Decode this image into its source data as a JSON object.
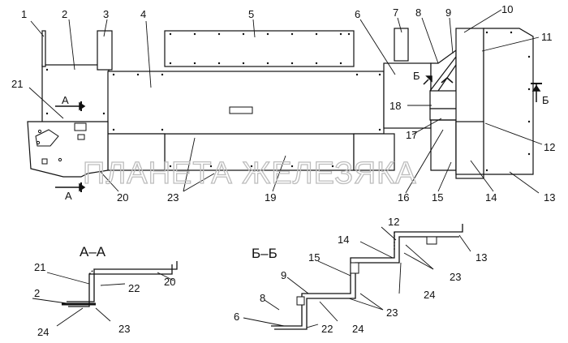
{
  "callouts": {
    "c1": "1",
    "c2": "2",
    "c3": "3",
    "c4": "4",
    "c5": "5",
    "c6": "6",
    "c7": "7",
    "c8": "8",
    "c9": "9",
    "c10": "10",
    "c11": "11",
    "c12": "12",
    "c13": "13",
    "c14": "14",
    "c15": "15",
    "c16": "16",
    "c17": "17",
    "c18": "18",
    "c19": "19",
    "c20": "20",
    "c21": "21",
    "c23": "23"
  },
  "section_markers": {
    "a_upper": "А",
    "a_lower": "А",
    "b_left": "Б",
    "b_right": "Б"
  },
  "section_aa": {
    "title": "А–А",
    "labels": {
      "l21": "21",
      "l2": "2",
      "l22": "22",
      "l20": "20",
      "l24": "24",
      "l23": "23"
    }
  },
  "section_bb": {
    "title": "Б–Б",
    "labels": {
      "l12": "12",
      "l13": "13",
      "l14": "14",
      "l23a": "23",
      "l15": "15",
      "l24a": "24",
      "l9": "9",
      "l23b": "23",
      "l8": "8",
      "l24b": "24",
      "l6": "6",
      "l22": "22"
    }
  },
  "watermark": "ПЛАНЕТА ЖЕЛЕЗЯКА",
  "colors": {
    "line": "#111111",
    "panel": "#ffffff",
    "watermark": "#bdbdbd"
  }
}
